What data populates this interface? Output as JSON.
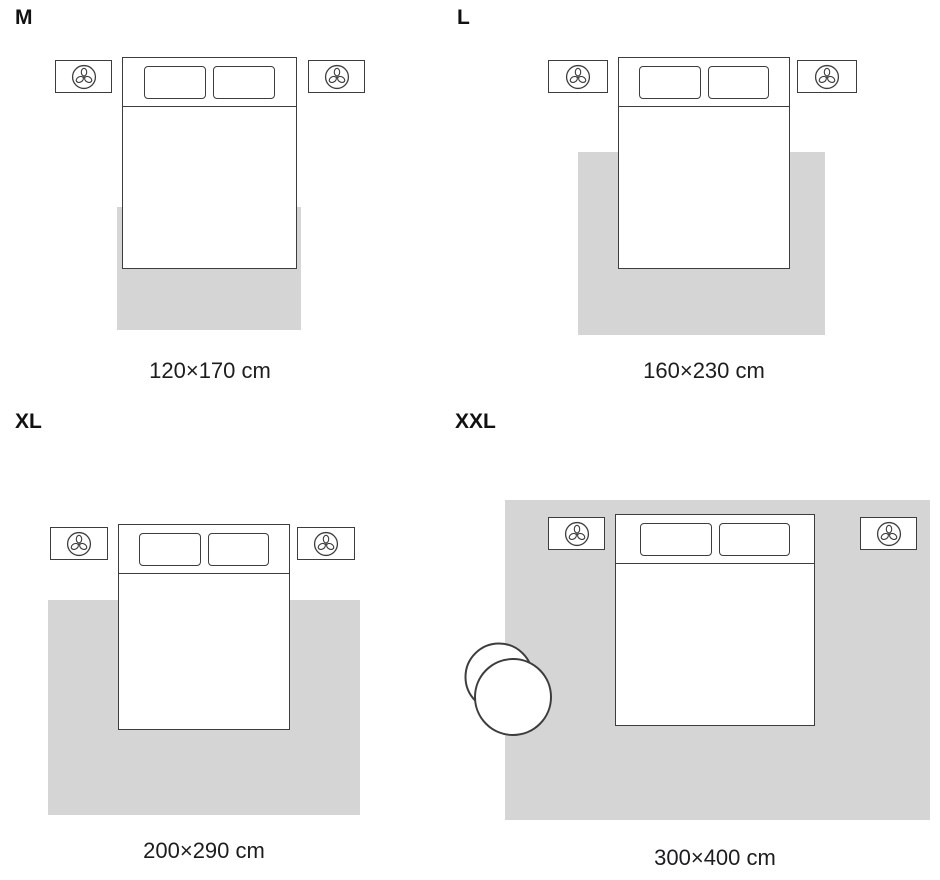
{
  "colors": {
    "rug": "#d5d5d5",
    "line": "#3d3d3d",
    "text": "#1d1d1f"
  },
  "panels": [
    {
      "size_label": "M",
      "dimensions": "120×170 cm"
    },
    {
      "size_label": "L",
      "dimensions": "160×230 cm"
    },
    {
      "size_label": "XL",
      "dimensions": "200×290 cm"
    },
    {
      "size_label": "XXL",
      "dimensions": "300×400 cm"
    }
  ],
  "icons": {
    "nightstand_icon": "fan-plant-icon",
    "armchair_shape": "armchair-top-view-icon"
  }
}
